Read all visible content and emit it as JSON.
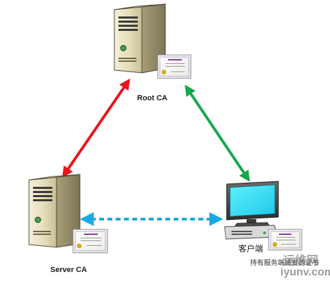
{
  "nodes": {
    "root_ca": {
      "label": "Root CA"
    },
    "server_ca": {
      "label": "Server CA"
    },
    "client": {
      "label": "客户端"
    }
  },
  "caption": "持有服务端颁发的证书",
  "watermark": {
    "text": "运维网",
    "url": "iyunv.com"
  },
  "connections": [
    {
      "from": "root_ca",
      "to": "server_ca",
      "style": "solid",
      "arrows": "both",
      "color": "#e8141c"
    },
    {
      "from": "root_ca",
      "to": "client",
      "style": "solid",
      "arrows": "both",
      "color": "#15a84b"
    },
    {
      "from": "server_ca",
      "to": "client",
      "style": "dashed",
      "arrows": "both",
      "color": "#1aa8e0"
    }
  ],
  "icons": [
    "server-tower-icon",
    "certificate-icon",
    "desktop-computer-icon"
  ]
}
